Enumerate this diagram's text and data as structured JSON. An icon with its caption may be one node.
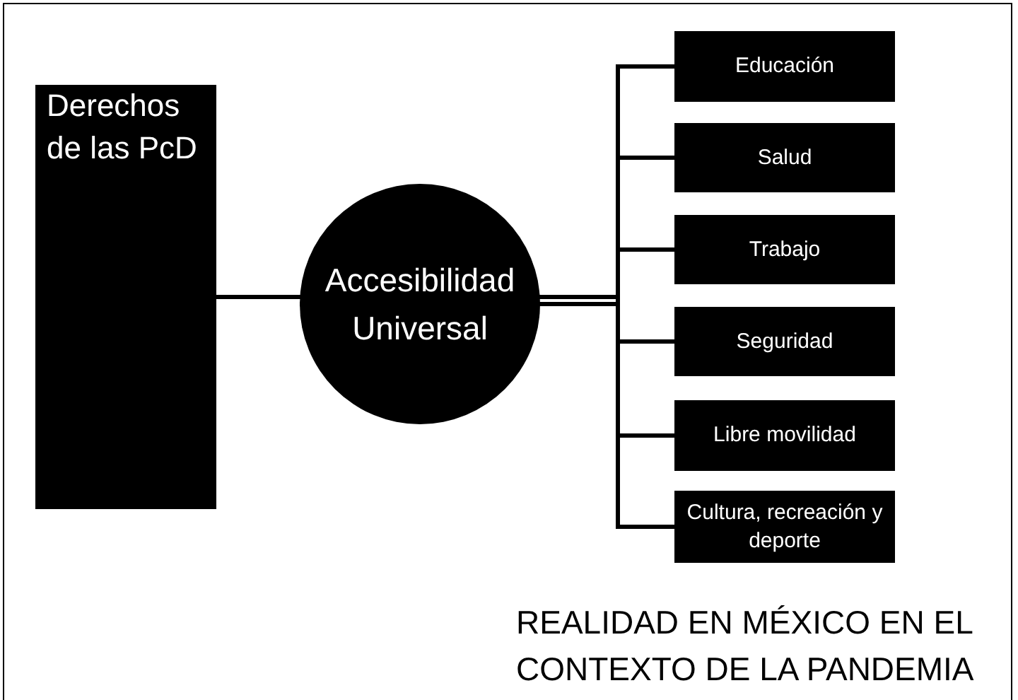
{
  "diagram": {
    "nodes": [
      {
        "text": [
          "Derechos de las PcD"
        ]
      },
      {
        "text": [
          "Accesibilidad Universal"
        ]
      },
      {
        "text": [
          "Educación"
        ]
      },
      {
        "text": [
          "Salud"
        ]
      },
      {
        "text": [
          "Trabajo"
        ]
      },
      {
        "text": [
          "Seguridad"
        ]
      },
      {
        "text": [
          "Libre movilidad"
        ]
      },
      {
        "text": [
          "Cultura, recreación y deporte"
        ]
      }
    ],
    "edges": [
      {
        "from": 0,
        "to": 1,
        "arrow": "none"
      },
      {
        "from": 1,
        "to": 2,
        "arrow": "none"
      },
      {
        "from": 1,
        "to": 3,
        "arrow": "none"
      },
      {
        "from": 1,
        "to": 4,
        "arrow": "none"
      },
      {
        "from": 1,
        "to": 5,
        "arrow": "none"
      },
      {
        "from": 1,
        "to": 6,
        "arrow": "none"
      },
      {
        "from": 1,
        "to": 7,
        "arrow": "none"
      }
    ],
    "labels": [
      "REALIDAD EN MÉXICO EN EL CONTEXTO DE LA PANDEMIA"
    ]
  }
}
